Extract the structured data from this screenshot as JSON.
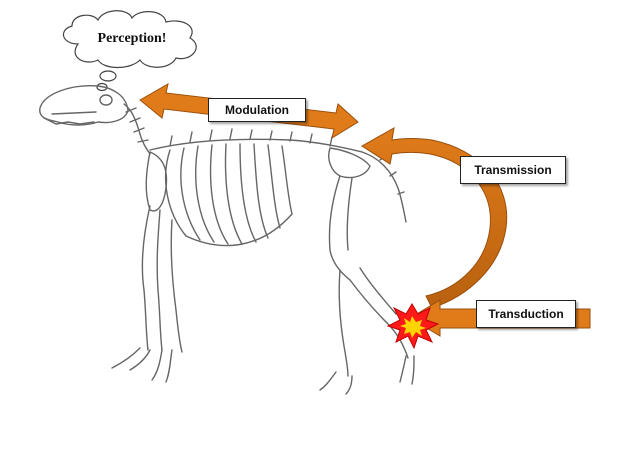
{
  "labels": {
    "perception": "Perception!",
    "modulation": "Modulation",
    "transmission": "Transmission",
    "transduction": "Transduction"
  },
  "icons": {
    "skeleton": "dog-skeleton-icon",
    "pain": "pain-burst-icon"
  },
  "colors": {
    "arrow_orange": "#e07b1a",
    "arrow_dark": "#b8610f",
    "burst_red": "#ff1a1a",
    "burst_yellow": "#ffd400"
  }
}
